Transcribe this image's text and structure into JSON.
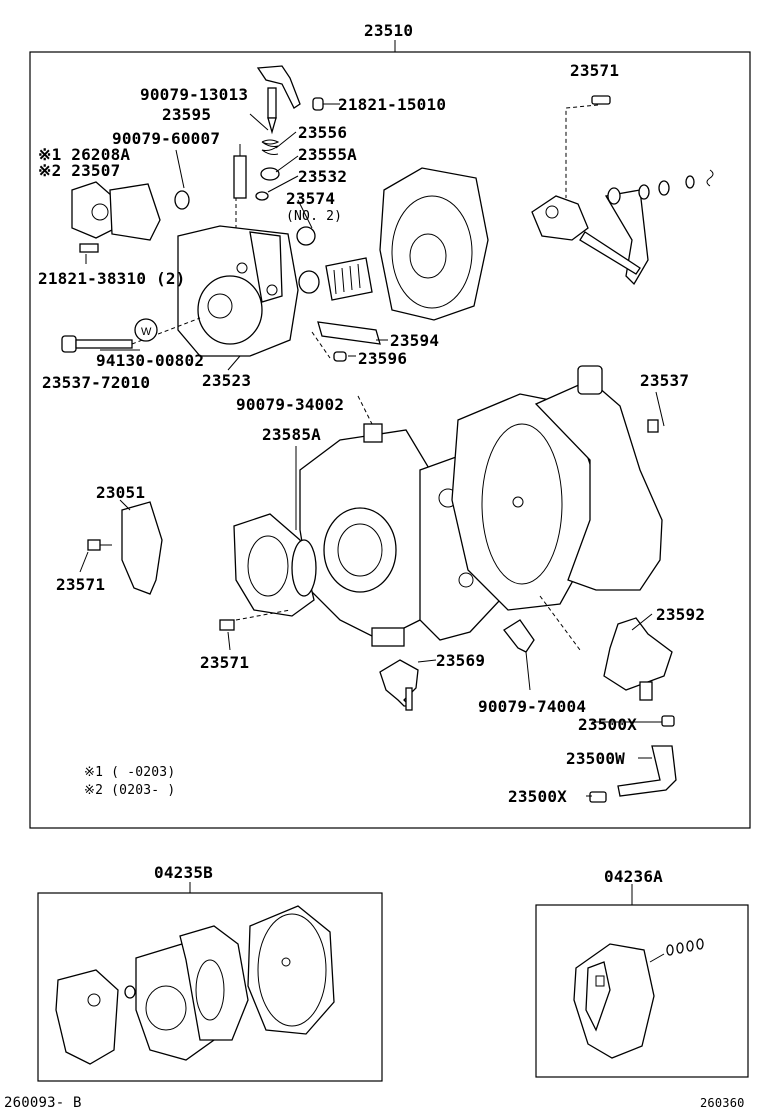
{
  "assembly_label": "23510",
  "callouts": {
    "p23571_top": "23571",
    "p90079_13013": "90079-13013",
    "p21821_15010": "21821-15010",
    "p23595": "23595",
    "p23556": "23556",
    "p90079_60007": "90079-60007",
    "p23555A": "23555A",
    "mark1_26208A": "※1 26208A",
    "mark2_23507": "※2 23507",
    "p23532": "23532",
    "p23574": "23574",
    "no2": "(NO. 2)",
    "p21821_38310": "21821-38310 (2)",
    "p23594": "23594",
    "p94130_00802": "94130-00802",
    "p23596": "23596",
    "p23537_72010": "23537-72010",
    "p23523": "23523",
    "p90079_34002": "90079-34002",
    "p23537": "23537",
    "p23585A": "23585A",
    "p23051": "23051",
    "p23571_left": "23571",
    "p23592": "23592",
    "p23571_mid": "23571",
    "p23569": "23569",
    "p90079_74004": "90079-74004",
    "p23500X_a": "23500X",
    "p23500W": "23500W",
    "p23500X_b": "23500X",
    "washer_mark": "W"
  },
  "footnotes": {
    "note1": "※1 (     -0203)",
    "note2": "※2 (0203-     )"
  },
  "kits": {
    "left_label": "04235B",
    "right_label": "04236A"
  },
  "doc_code_left": "260093- B",
  "doc_code_right": "260360"
}
